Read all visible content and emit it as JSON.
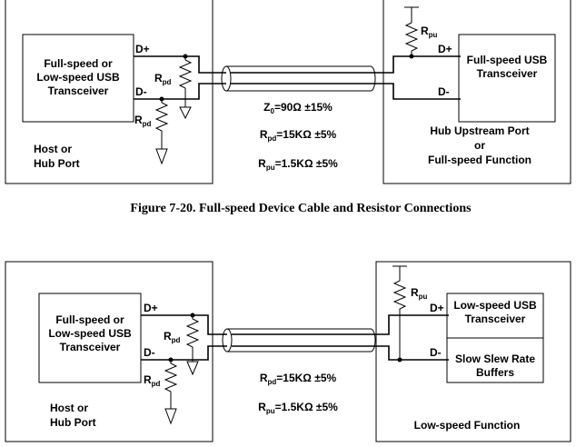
{
  "figure1": {
    "left_box": {
      "transceiver": [
        "Full-speed or",
        "Low-speed USB",
        "Transceiver"
      ],
      "host": [
        "Host or",
        "Hub Port"
      ],
      "dplus": "D+",
      "dminus": "D-",
      "rpd_top": {
        "main": "R",
        "sub": "pd"
      },
      "rpd_bottom": {
        "main": "R",
        "sub": "pd"
      }
    },
    "right_box": {
      "transceiver": [
        "Full-speed USB",
        "Transceiver"
      ],
      "function": [
        "Hub Upstream Port",
        "or",
        "Full-speed Function"
      ],
      "dplus": "D+",
      "dminus": "D-",
      "rpu": {
        "main": "R",
        "sub": "pu"
      }
    },
    "specs": {
      "z0": {
        "pre": "Z",
        "sub": "0",
        "post": "=90Ω ±15%"
      },
      "rpd": {
        "pre": "R",
        "sub": "pd",
        "post": "=15KΩ ±5%"
      },
      "rpu": {
        "pre": "R",
        "sub": "pu",
        "post": "=1.5KΩ ±5%"
      }
    },
    "caption": "Figure 7-20.  Full-speed Device Cable and Resistor Connections"
  },
  "figure2": {
    "left_box": {
      "transceiver": [
        "Full-speed or",
        "Low-speed USB",
        "Transceiver"
      ],
      "host": [
        "Host or",
        "Hub Port"
      ],
      "dplus": "D+",
      "dminus": "D-",
      "rpd_top": {
        "main": "R",
        "sub": "pd"
      },
      "rpd_bottom": {
        "main": "R",
        "sub": "pd"
      }
    },
    "right_box": {
      "transceiver": [
        "Low-speed USB",
        "Transceiver"
      ],
      "buffers": [
        "Slow Slew Rate",
        "Buffers"
      ],
      "function": "Low-speed Function",
      "dplus": "D+",
      "dminus": "D-",
      "rpu": {
        "main": "R",
        "sub": "pu"
      }
    },
    "specs": {
      "rpd": {
        "pre": "R",
        "sub": "pd",
        "post": "=15KΩ ±5%"
      },
      "rpu": {
        "pre": "R",
        "sub": "pu",
        "post": "=1.5KΩ ±5%"
      }
    }
  }
}
